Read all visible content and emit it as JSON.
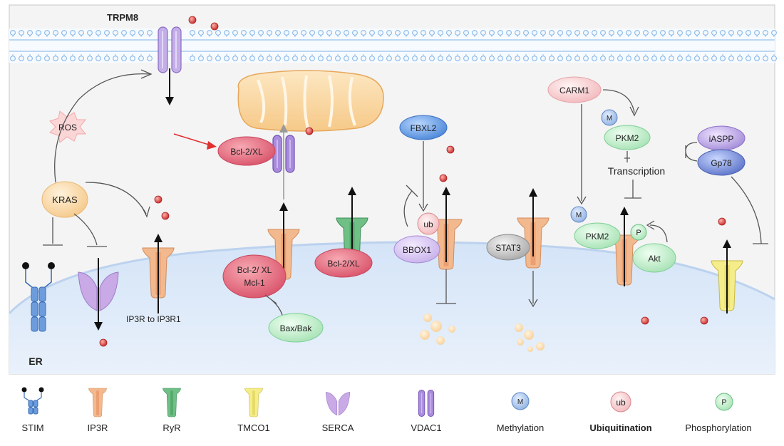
{
  "membrane": {
    "channel_label": "TRPM8"
  },
  "ros": {
    "label": "ROS"
  },
  "kras": {
    "label": "KRAS"
  },
  "er": {
    "label": "ER"
  },
  "ip3r_note": {
    "label": "IP3R to IP3R1"
  },
  "mito": {
    "bcl2_label": "Bcl-2/XL"
  },
  "ip3r_bcl": {
    "bcl_line1": "Bcl-2/ XL",
    "bcl_line2": "Mcl-1",
    "bax_label": "Bax/Bak"
  },
  "ryr": {
    "bcl_label": "Bcl-2/XL"
  },
  "fbxl2": {
    "label": "FBXL2",
    "ub_label": "ub",
    "bbox1_label": "BBOX1"
  },
  "stat3": {
    "label": "STAT3"
  },
  "carm1": {
    "carm1_label": "CARM1",
    "m_label": "M",
    "pkm2_label": "PKM2",
    "transcription_label": "Transcription",
    "pkm2_lower_label": "PKM2",
    "p_label": "P",
    "akt_label": "Akt"
  },
  "iaspp": {
    "label": "iASPP",
    "gp78_label": "Gp78"
  },
  "legend": {
    "stim": "STIM",
    "ip3r": "IP3R",
    "ryr": "RyR",
    "tmco1": "TMCO1",
    "serca": "SERCA",
    "vdac1": "VDAC1",
    "methylation_symbol": "M",
    "methylation": "Methylation",
    "ubiquitination_symbol": "ub",
    "ubiquitination": "Ubiquitination",
    "phosphorylation_symbol": "P",
    "phosphorylation": "Phosphorylation"
  },
  "colors": {
    "ip3r": "#f3b98e",
    "ryr": "#6fbf86",
    "tmco1": "#f5ec8a",
    "serca": "#c9a9e6",
    "vdac1": "#a98bdc",
    "bcl": "#e6677a",
    "calcium": "#d63b3b"
  }
}
